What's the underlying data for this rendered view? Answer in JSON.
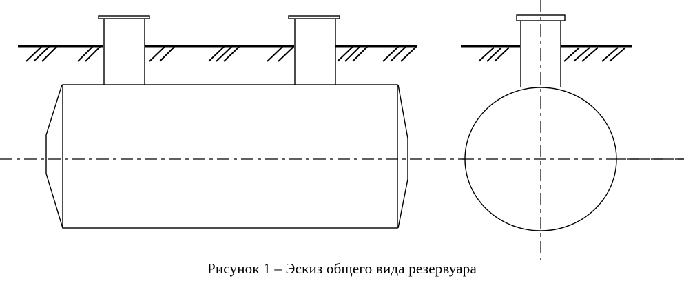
{
  "figure": {
    "caption": "Рисунок 1 – Эскиз общего вида резервуара",
    "stroke_color": "#000000",
    "background": "#ffffff"
  },
  "views": {
    "side_view": {
      "label": "Side view of horizontal cylindrical tank with two necks",
      "nozzles": 2
    },
    "end_view": {
      "label": "End view of tank with one neck",
      "nozzles": 1
    }
  }
}
